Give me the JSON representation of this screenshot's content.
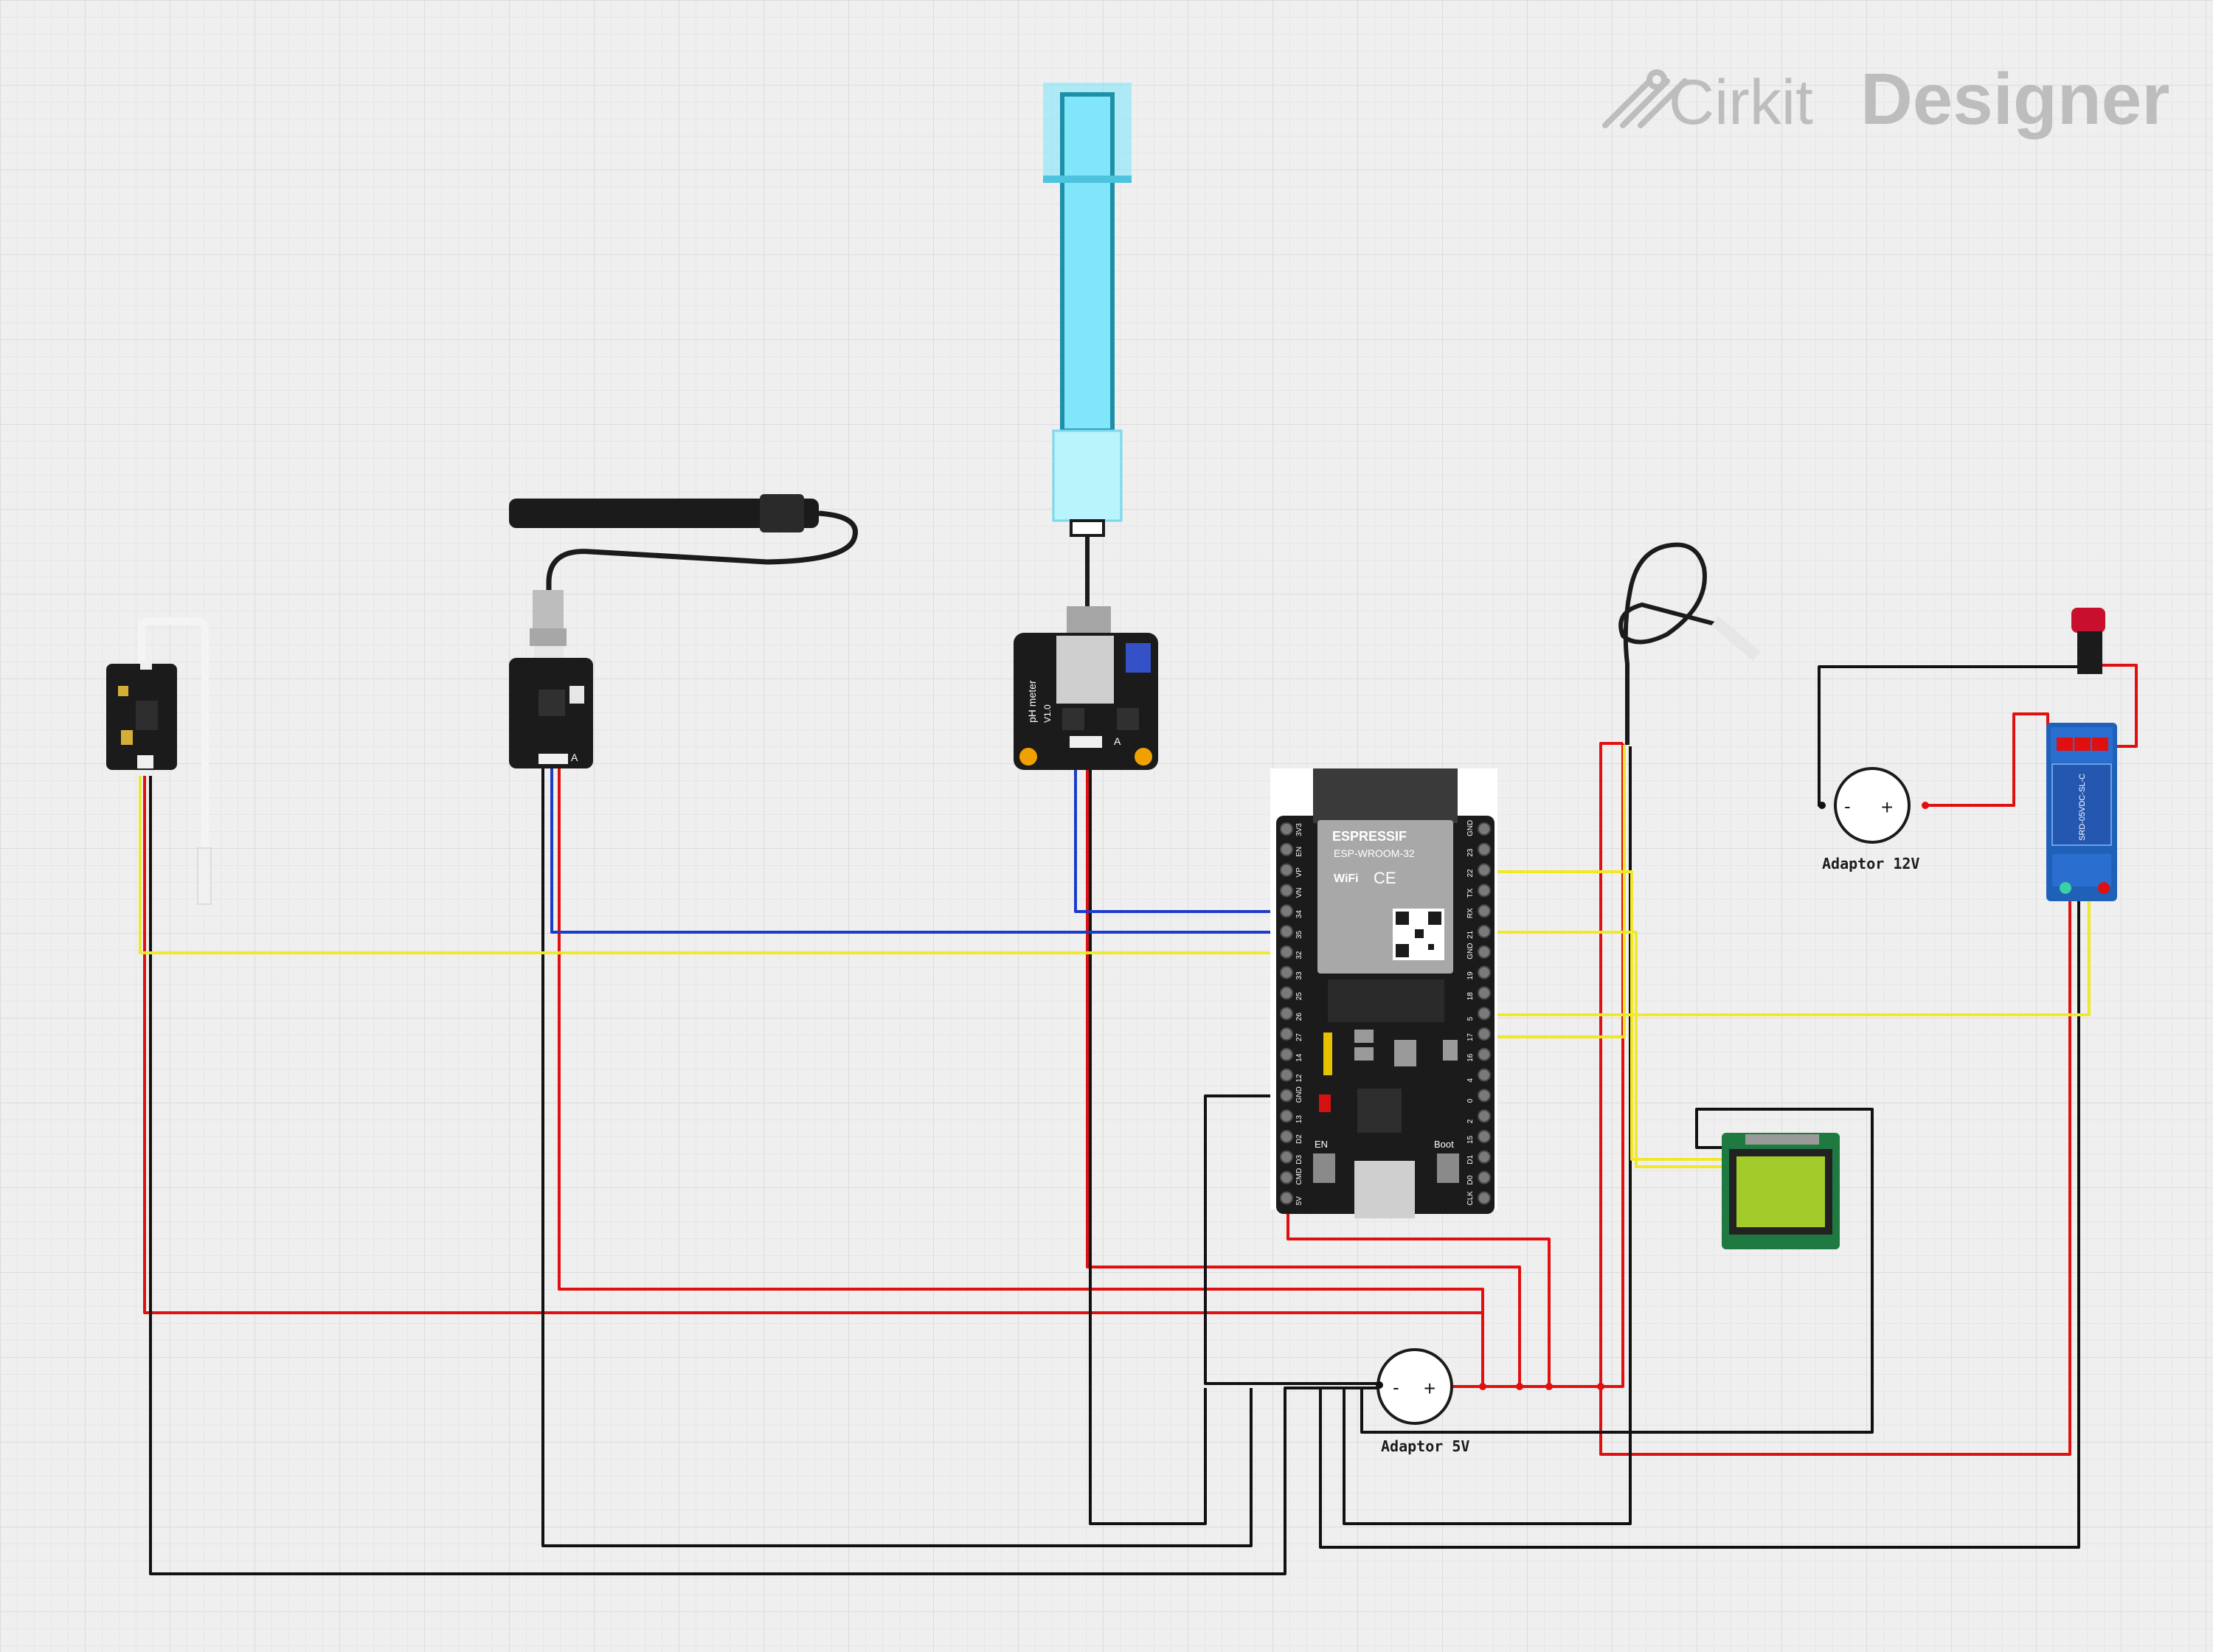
{
  "brand": {
    "prefix": "Cirkit",
    "suffix": "Designer"
  },
  "colors": {
    "power_wire": "#e01010",
    "ground_wire": "#111111",
    "signal_wire_yellow": "#f2e82a",
    "signal_wire_blue": "#1a3cc8",
    "board_black": "#1b1b1b",
    "ph_probe_tube": "#82e6fa"
  },
  "components": {
    "esp32": {
      "module_brand": "ESPRESSIF",
      "module_model": "ESP-WROOM-32",
      "wifi": "WiFi",
      "cert": "CE",
      "button_en": "EN",
      "button_boot": "Boot",
      "left_pins": [
        "3V3",
        "EN",
        "VP",
        "VN",
        "34",
        "35",
        "32",
        "33",
        "25",
        "26",
        "27",
        "14",
        "12",
        "GND",
        "13",
        "D2",
        "D3",
        "CMD",
        "5V"
      ],
      "right_pins": [
        "GND",
        "23",
        "22",
        "TX",
        "RX",
        "21",
        "GND",
        "19",
        "18",
        "5",
        "17",
        "16",
        "4",
        "0",
        "2",
        "15",
        "D1",
        "D0",
        "CLK"
      ]
    },
    "adaptor_5v": {
      "label": "Adaptor 5V",
      "minus": "-",
      "plus": "+"
    },
    "adaptor_12v": {
      "label": "Adaptor 12V",
      "minus": "-",
      "plus": "+"
    },
    "ph_meter": {
      "label": "pH meter",
      "version": "V1.0",
      "pin_label": "A"
    },
    "ec_meter": {
      "pin_label": "A"
    },
    "relay": {
      "label": "SRD-05VDC-SL-C"
    },
    "lcd": {
      "label": ""
    },
    "turbidity": {
      "label": ""
    },
    "temp_probe": {
      "label": ""
    },
    "buzzer": {
      "label": ""
    }
  }
}
